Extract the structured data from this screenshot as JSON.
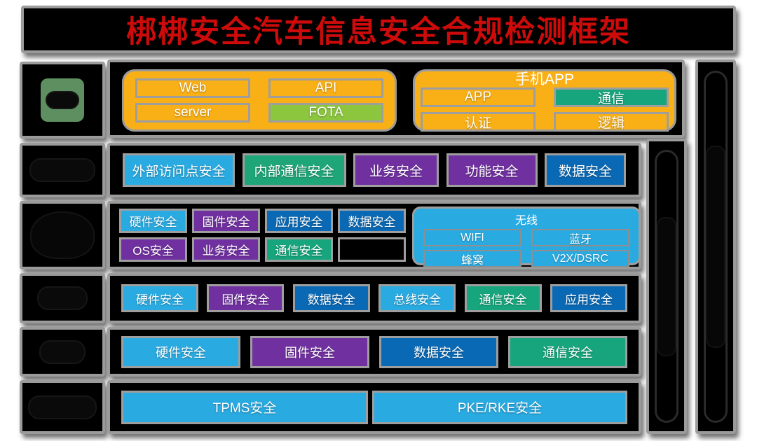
{
  "title": "梆梆安全汽车信息安全合规检测框架",
  "palette": {
    "title_red": "#CE0B0B",
    "panel_black": "#000000",
    "border_gray": "#9B9B9B",
    "yellow": "#F9B016",
    "fota_green": "#8CC63F",
    "teal_green": "#16A57C",
    "light_blue": "#29ABE2",
    "dark_blue": "#0A69B5",
    "purple": "#7030A0",
    "sidebar_tile_green": "#5D8F60"
  },
  "sidebar": {
    "items": [
      {
        "label": "",
        "icon": "cloud-on-green-tile"
      },
      {
        "label": "",
        "icon": "illegible-pill"
      },
      {
        "label": "",
        "icon": "illegible-cloud-blob"
      },
      {
        "label": "",
        "icon": "illegible-pill"
      },
      {
        "label": "",
        "icon": "illegible-pill"
      },
      {
        "label": "",
        "icon": "illegible-pill"
      }
    ]
  },
  "cloud_panel": {
    "server_group": {
      "items": [
        {
          "label": "Web",
          "bg": "#F9B016"
        },
        {
          "label": "API",
          "bg": "#F9B016"
        },
        {
          "label": "server",
          "bg": "#F9B016"
        },
        {
          "label": "FOTA",
          "bg": "#8CC63F"
        }
      ]
    },
    "app_group": {
      "title": "手机APP",
      "items": [
        {
          "label": "APP",
          "bg": "#F9B016"
        },
        {
          "label": "通信",
          "bg": "#16A57C"
        },
        {
          "label": "认证",
          "bg": "#F9B016"
        },
        {
          "label": "逻辑",
          "bg": "#F9B016"
        }
      ]
    }
  },
  "rows": {
    "vehicle": {
      "items": [
        {
          "label": "外部访问点安全",
          "bg": "#29ABE2"
        },
        {
          "label": "内部通信安全",
          "bg": "#1FA678"
        },
        {
          "label": "业务安全",
          "bg": "#7030A0"
        },
        {
          "label": "功能安全",
          "bg": "#7030A0"
        },
        {
          "label": "数据安全",
          "bg": "#0A69B5"
        }
      ]
    },
    "headunit": {
      "items": [
        {
          "label": "硬件安全",
          "bg": "#29ABE2"
        },
        {
          "label": "固件安全",
          "bg": "#7030A0"
        },
        {
          "label": "应用安全",
          "bg": "#0A69B5"
        },
        {
          "label": "数据安全",
          "bg": "#0A69B5"
        },
        {
          "label": "OS安全",
          "bg": "#7030A0"
        },
        {
          "label": "业务安全",
          "bg": "#7030A0"
        },
        {
          "label": "通信安全",
          "bg": "#16A57C"
        },
        {
          "label": "",
          "bg": "#000000"
        }
      ],
      "wireless": {
        "title": "无线",
        "items": [
          {
            "label": "WIFI",
            "bg": "#29ABE2"
          },
          {
            "label": "蓝牙",
            "bg": "#29ABE2"
          },
          {
            "label": "蜂窝",
            "bg": "#29ABE2"
          },
          {
            "label": "V2X/DSRC",
            "bg": "#29ABE2"
          }
        ]
      }
    },
    "gateway": {
      "items": [
        {
          "label": "硬件安全",
          "bg": "#29ABE2"
        },
        {
          "label": "固件安全",
          "bg": "#7030A0"
        },
        {
          "label": "数据安全",
          "bg": "#0A69B5"
        },
        {
          "label": "总线安全",
          "bg": "#29ABE2"
        },
        {
          "label": "通信安全",
          "bg": "#16A57C"
        },
        {
          "label": "应用安全",
          "bg": "#0A69B5"
        }
      ]
    },
    "ecu": {
      "items": [
        {
          "label": "硬件安全",
          "bg": "#29ABE2"
        },
        {
          "label": "固件安全",
          "bg": "#7030A0"
        },
        {
          "label": "数据安全",
          "bg": "#0A69B5"
        },
        {
          "label": "通信安全",
          "bg": "#16A57C"
        }
      ]
    },
    "sensors": {
      "items": [
        {
          "label": "TPMS安全",
          "bg": "#29ABE2"
        },
        {
          "label": "PKE/RKE安全",
          "bg": "#29ABE2"
        }
      ]
    }
  },
  "right_bars": {
    "inner": {
      "label": ""
    },
    "outer": {
      "label": ""
    }
  }
}
